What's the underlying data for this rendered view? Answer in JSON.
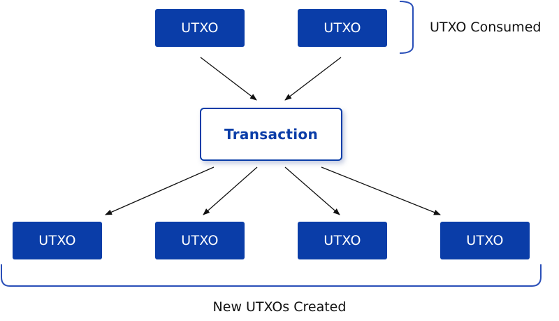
{
  "diagram": {
    "inputs": [
      {
        "label": "UTXO"
      },
      {
        "label": "UTXO"
      }
    ],
    "transaction": {
      "label": "Transaction"
    },
    "outputs": [
      {
        "label": "UTXO"
      },
      {
        "label": "UTXO"
      },
      {
        "label": "UTXO"
      },
      {
        "label": "UTXO"
      }
    ],
    "consumed_label": "UTXO Consumed",
    "created_label": "New UTXOs Created"
  },
  "colors": {
    "node_fill": "#0a3da8",
    "node_text": "#ffffff",
    "bracket": "#2a4fb8",
    "arrow": "#111111",
    "label_text": "#111111"
  }
}
